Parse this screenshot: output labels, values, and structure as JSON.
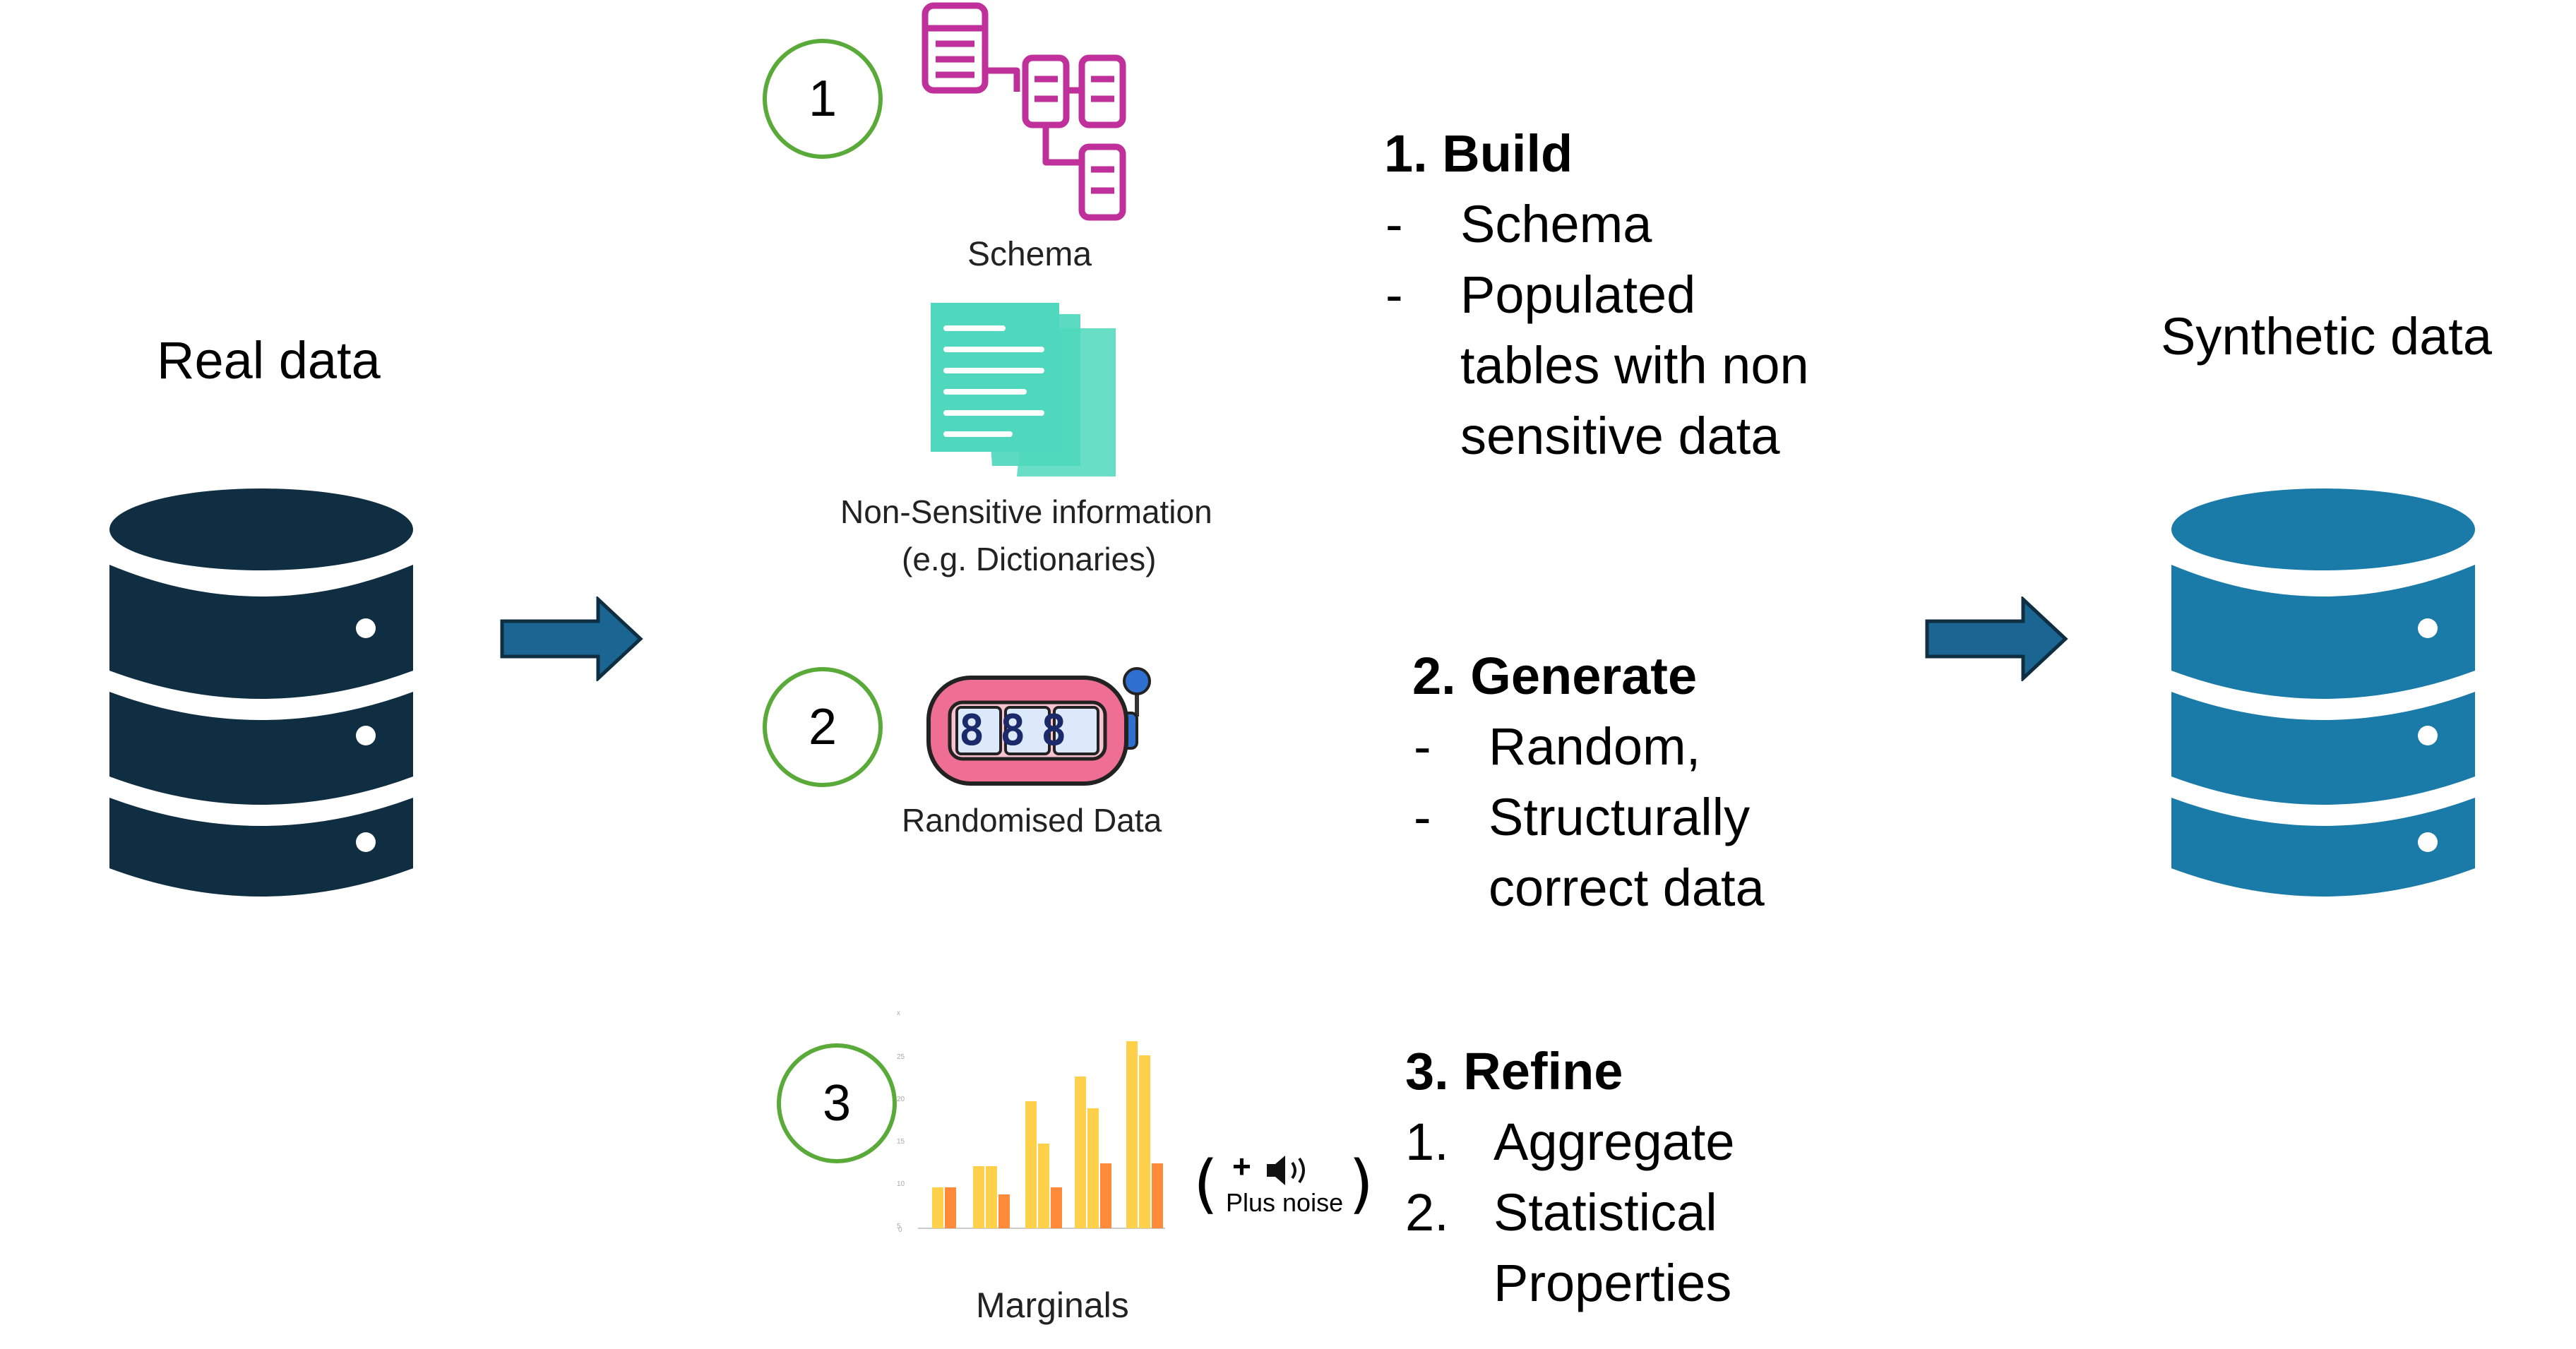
{
  "left_db": {
    "label": "Real data",
    "color": "#0f2e42"
  },
  "right_db": {
    "label": "Synthetic data",
    "color": "#1a7aa8"
  },
  "arrow_color": "#1a6592",
  "step1": {
    "number": "1",
    "schema_caption": "Schema",
    "nonsensitive_caption_1": "Non-Sensitive information",
    "nonsensitive_caption_2": "(e.g. Dictionaries)",
    "title": "1. Build",
    "items": [
      {
        "bullet": "-",
        "lines": [
          "Schema"
        ]
      },
      {
        "bullet": "-",
        "lines": [
          "Populated",
          "tables with non",
          "sensitive data"
        ]
      }
    ]
  },
  "step2": {
    "number": "2",
    "counter_digits": "888",
    "caption": "Randomised Data",
    "title": "2. Generate",
    "items": [
      {
        "bullet": "-",
        "lines": [
          "Random,"
        ]
      },
      {
        "bullet": "-",
        "lines": [
          "Structurally",
          "correct data"
        ]
      }
    ]
  },
  "step3": {
    "number": "3",
    "caption": "Marginals",
    "noise_plus": "+",
    "noise_label": "Plus noise",
    "title": "3. Refine",
    "items": [
      {
        "bullet": "1.",
        "lines": [
          "Aggregate"
        ]
      },
      {
        "bullet": "2.",
        "lines": [
          "Statistical",
          "Properties"
        ]
      }
    ]
  },
  "colors": {
    "circle_border": "#5aaa3a",
    "schema_magenta": "#c0309a",
    "document_teal": "#4fd8bd",
    "counter_pink": "#ee6f93",
    "counter_blue": "#2f6fd0",
    "bar_yellow": "#ffd04a",
    "bar_orange": "#ff8a3a"
  }
}
